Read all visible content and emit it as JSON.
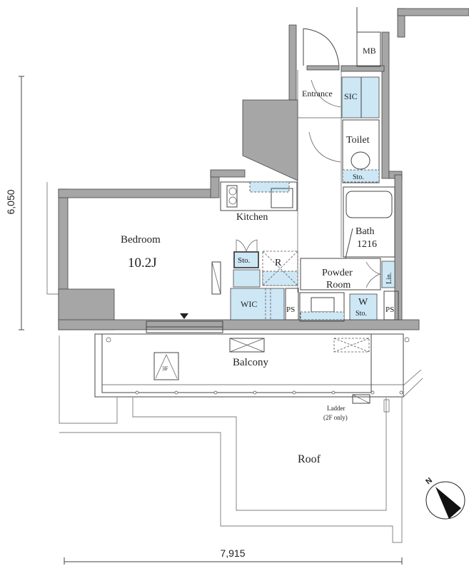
{
  "dimensions": {
    "vertical": "6,050",
    "horizontal": "7,915"
  },
  "rooms": {
    "bedroom": "Bedroom",
    "bedroom_size": "10.2J",
    "kitchen": "Kitchen",
    "entrance": "Entrance",
    "sic": "SIC",
    "mb": "MB",
    "toilet": "Toilet",
    "toilet_storage": "Sto.",
    "bath": "Bath",
    "bath_size": "1216",
    "powder_room_1": "Powder",
    "powder_room_2": "Room",
    "linen": "Lin.",
    "storage": "Sto.",
    "refrigerator": "R",
    "wic": "WIC",
    "ps_left": "PS",
    "ps_right": "PS",
    "washer": "W",
    "washer_storage": "Sto.",
    "balcony": "Balcony",
    "floor_marker": "3F",
    "ladder": "Ladder",
    "ladder_note": "(2F only)",
    "roof": "Roof"
  },
  "compass": {
    "label": "N"
  },
  "colors": {
    "wall": "#a6a6a6",
    "storage_fill": "#cde7f5",
    "line": "#444444"
  }
}
